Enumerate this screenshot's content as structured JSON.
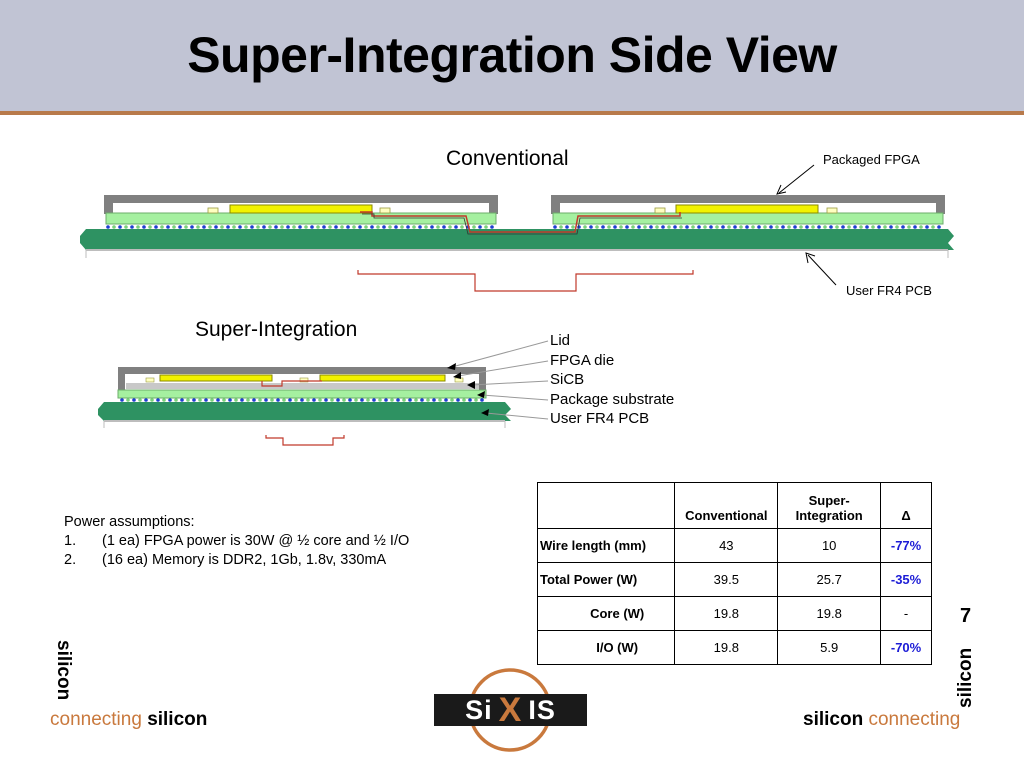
{
  "title": "Super-Integration Side View",
  "diagram": {
    "conventional_label": "Conventional",
    "super_label": "Super-Integration",
    "packaged_fpga_label": "Packaged FPGA",
    "user_pcb_label": "User FR4 PCB",
    "layers": [
      "Lid",
      "FPGA die",
      "SiCB",
      "Package substrate",
      "User FR4 PCB"
    ]
  },
  "power": {
    "heading": "Power assumptions:",
    "items": [
      {
        "num": "1.",
        "text": "(1 ea) FPGA power is 30W @ ½ core and ½ I/O"
      },
      {
        "num": "2.",
        "text": "(16 ea) Memory is DDR2, 1Gb, 1.8v, 330mA"
      }
    ]
  },
  "table": {
    "headers": [
      "",
      "Conventional",
      "Super-Integration",
      "Δ"
    ],
    "rows": [
      {
        "label": "Wire length (mm)",
        "conventional": "43",
        "super": "10",
        "delta": "-77%"
      },
      {
        "label": "Total Power (W)",
        "conventional": "39.5",
        "super": "25.7",
        "delta": "-35%"
      },
      {
        "label": "Core (W)",
        "conventional": "19.8",
        "super": "19.8",
        "delta": "-"
      },
      {
        "label": "I/O (W)",
        "conventional": "19.8",
        "super": "5.9",
        "delta": "-70%"
      }
    ]
  },
  "page_number": "7",
  "footer": {
    "left_vertical": "silicon",
    "left_text_1": "connecting",
    "left_text_2": "silicon",
    "right_text_1": "silicon",
    "right_text_2": "connecting",
    "right_vertical": "silicon",
    "logo_left": "Si",
    "logo_mid": "X",
    "logo_right": "IS"
  },
  "colors": {
    "header_bg": "#c1c4d4",
    "header_rule": "#b87a4b",
    "pcb_green": "#2e9262",
    "substrate_green": "#a5f0a0",
    "die_yellow": "#f2f200",
    "lid_gray": "#808080",
    "trace_red": "#c0392b",
    "delta_blue": "#1c1cd6",
    "brand_orange": "#c9793d"
  }
}
